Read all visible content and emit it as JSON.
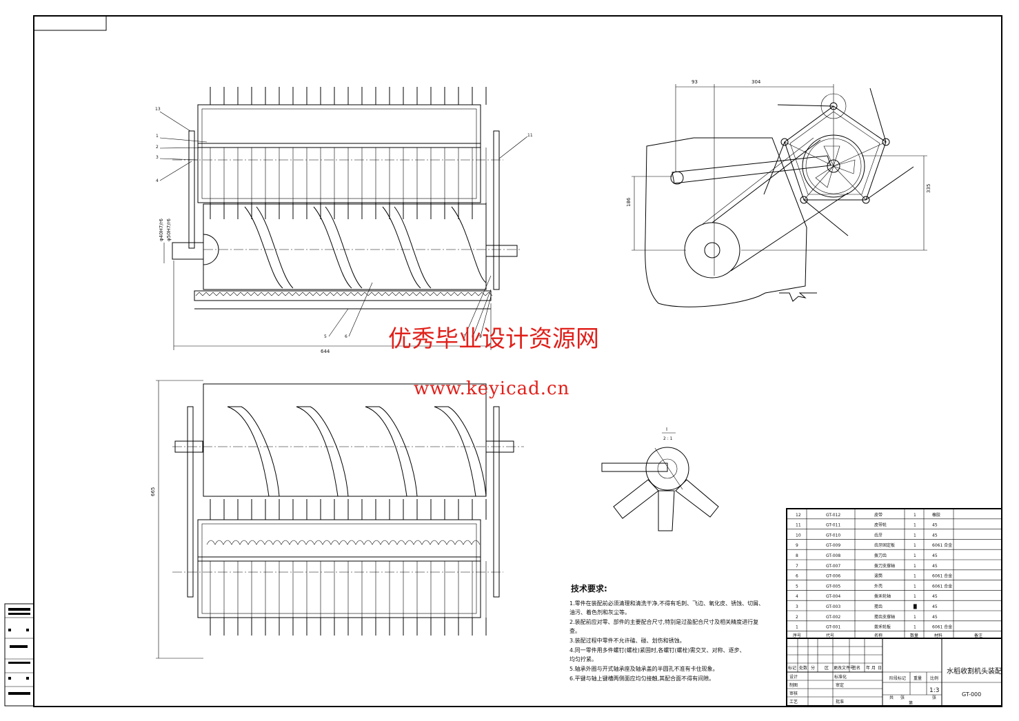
{
  "watermark": {
    "cn": "优秀毕业设计资源网",
    "url": "www.keyicad.cn"
  },
  "dims": {
    "top_a": "93",
    "top_b": "304",
    "left_h": "186",
    "right_h": "335",
    "overall_w": "644",
    "front_h": "665",
    "d1": "φ40H7/r6",
    "d2": "φ50H7/r6",
    "section_label": "I",
    "section_scale": "2 : 1"
  },
  "leaders": {
    "top_view": [
      "13",
      "1",
      "2",
      "3",
      "4",
      "11",
      "5",
      "6",
      "7",
      "8",
      "9"
    ]
  },
  "tech_req": {
    "title": "技术要求:",
    "lines": [
      "1.零件在装配前必须清理和清洗干净,不得有毛刺、飞边、氧化皮、锈蚀、切屑、",
      "   油污、着色剂和灰尘等。",
      "2.装配前应对零、部件的主要配合尺寸,特别是过盈配合尺寸及相关精度进行复",
      "   查。",
      "3.装配过程中零件不允许磕、碰、划伤和锈蚀。",
      "4.同一零件用多件螺钉(螺栓)紧固时,各螺钉(螺栓)需交叉、对称、逐步、",
      "   均匀拧紧。",
      "5.轴承外圈与开式轴承座及轴承盖的半圆孔不准有卡住现象。",
      "6.平键与轴上键槽两侧面应均匀接触,其配合面不得有间隙。"
    ]
  },
  "bom": {
    "rows": [
      {
        "no": "12",
        "code": "GT-012",
        "name": "皮带",
        "qty": "1",
        "mat": "橡胶",
        "note": ""
      },
      {
        "no": "11",
        "code": "GT-011",
        "name": "皮带轮",
        "qty": "1",
        "mat": "45",
        "note": ""
      },
      {
        "no": "10",
        "code": "GT-010",
        "name": "齿牙",
        "qty": "1",
        "mat": "45",
        "note": ""
      },
      {
        "no": "9",
        "code": "GT-009",
        "name": "齿牙固定板",
        "qty": "1",
        "mat": "6061 合金",
        "note": ""
      },
      {
        "no": "8",
        "code": "GT-008",
        "name": "拨刀齿",
        "qty": "1",
        "mat": "45",
        "note": ""
      },
      {
        "no": "7",
        "code": "GT-007",
        "name": "拨刀支撑轴",
        "qty": "1",
        "mat": "45",
        "note": ""
      },
      {
        "no": "6",
        "code": "GT-006",
        "name": "滚筒",
        "qty": "1",
        "mat": "6061 合金",
        "note": ""
      },
      {
        "no": "5",
        "code": "GT-005",
        "name": "外壳",
        "qty": "1",
        "mat": "6061 合金",
        "note": ""
      },
      {
        "no": "4",
        "code": "GT-004",
        "name": "拨禾轮轴",
        "qty": "1",
        "mat": "45",
        "note": ""
      },
      {
        "no": "3",
        "code": "GT-003",
        "name": "搅齿",
        "qty": "█",
        "mat": "45",
        "note": ""
      },
      {
        "no": "2",
        "code": "GT-002",
        "name": "搅齿支撑轴",
        "qty": "1",
        "mat": "45",
        "note": ""
      },
      {
        "no": "1",
        "code": "GT-001",
        "name": "拨禾轮板",
        "qty": "1",
        "mat": "6061 合金",
        "note": ""
      }
    ],
    "header": {
      "no": "序号",
      "code": "代号",
      "name": "名称",
      "qty": "数量",
      "mat": "材料",
      "note": "备注"
    }
  },
  "title_block": {
    "title": "水稻收割机头装配",
    "drawing_no": "GT-000",
    "scale": "1:3",
    "h_mark": "标记",
    "h_count": "处数",
    "h_zone": "分",
    "h_zone2": "区",
    "h_change": "更改文件号",
    "h_sign": "签名",
    "h_year": "年",
    "h_month": "月",
    "h_day": "日",
    "design": "设计",
    "std": "标准化",
    "draw": "制图",
    "review": "审定",
    "check": "审核",
    "craft": "工艺",
    "approve": "批准",
    "stage": "阶段标记",
    "weight": "重量",
    "ratio": "比例",
    "sheets": "共",
    "sheet": "张",
    "page": "第",
    "page2": "张"
  }
}
